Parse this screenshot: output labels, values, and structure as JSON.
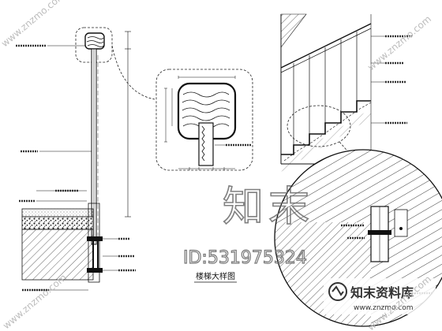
{
  "title": "楼梯大样图",
  "watermark": {
    "big": "知末",
    "id": "ID:531975324",
    "logo_text": "知末资料库",
    "url": "www.znzmo.com",
    "diagonal": "www.znzmo.com"
  }
}
